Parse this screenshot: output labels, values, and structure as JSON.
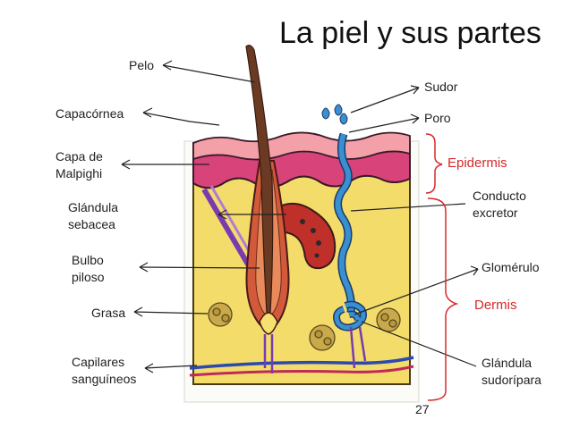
{
  "title": "La piel y sus partes",
  "labels": {
    "pelo": "Pelo",
    "capacornea": "Capacórnea",
    "capa_malpighi_1": "Capa de",
    "capa_malpighi_2": "Malpighi",
    "glandula_sebacea_1": "Glándula",
    "glandula_sebacea_2": "sebacea",
    "bulbo_piloso_1": "Bulbo",
    "bulbo_piloso_2": "piloso",
    "grasa": "Grasa",
    "capilares_1": "Capilares",
    "capilares_2": "sanguíneos",
    "sudor": "Sudor",
    "poro": "Poro",
    "epidermis": "Epidermis",
    "conducto_1": "Conducto",
    "conducto_2": "excretor",
    "glomerulo": "Glomérulo",
    "dermis": "Dermis",
    "glandula_sudoripara_1": "Glándula",
    "glandula_sudoripara_2": "sudorípara"
  },
  "page_number": "27",
  "colors": {
    "epidermis_label": "#d62a2a",
    "dermis_fill": "#f3dc6a",
    "epidermis_fill": "#d8437a",
    "horny_layer": "#f4a0a8",
    "hair": "#6b3a22",
    "sweat_duct": "#3a8fd0"
  }
}
